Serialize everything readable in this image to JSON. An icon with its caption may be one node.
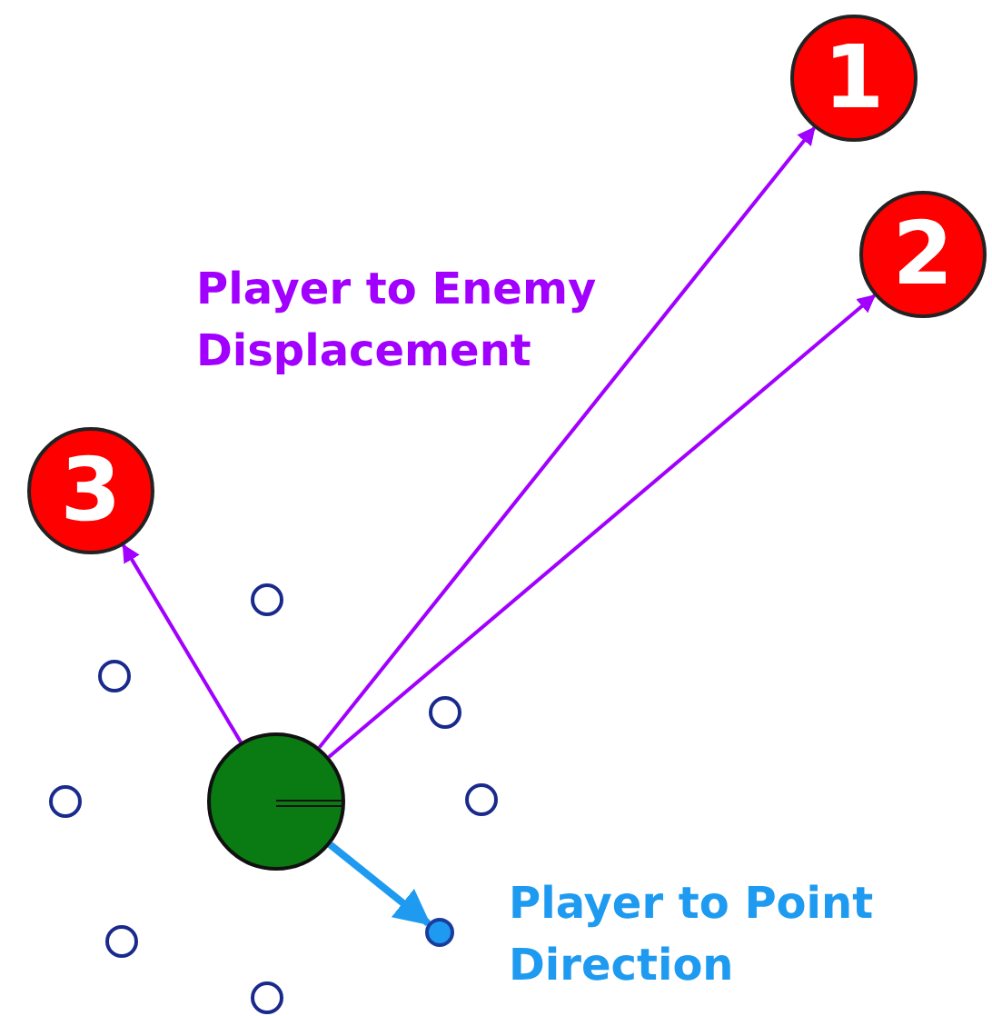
{
  "diagram": {
    "nodes": [
      {
        "text": [
          "1"
        ]
      },
      {
        "text": [
          "2"
        ]
      },
      {
        "text": [
          "3"
        ]
      },
      {
        "text": [],
        "shape": "circle"
      },
      {
        "text": [],
        "shape": "circle"
      },
      {
        "text": [],
        "shape": "circle"
      },
      {
        "text": [],
        "shape": "circle"
      },
      {
        "text": [],
        "shape": "circle"
      },
      {
        "text": [],
        "shape": "circle"
      },
      {
        "text": [],
        "shape": "circle"
      },
      {
        "text": [],
        "shape": "circle"
      },
      {
        "text": [],
        "shape": "circle"
      }
    ],
    "edges": [
      {
        "from": 3,
        "to": 0,
        "arrow": "to"
      },
      {
        "from": 3,
        "to": 1,
        "arrow": "to"
      },
      {
        "from": 3,
        "to": 2,
        "arrow": "to"
      },
      {
        "from": 3,
        "to": 4,
        "arrow": "to",
        "style": "thick",
        "color": "#1e9bf0"
      }
    ],
    "labels": [
      "Player to Enemy Displacement",
      "Player to Point Direction"
    ]
  }
}
